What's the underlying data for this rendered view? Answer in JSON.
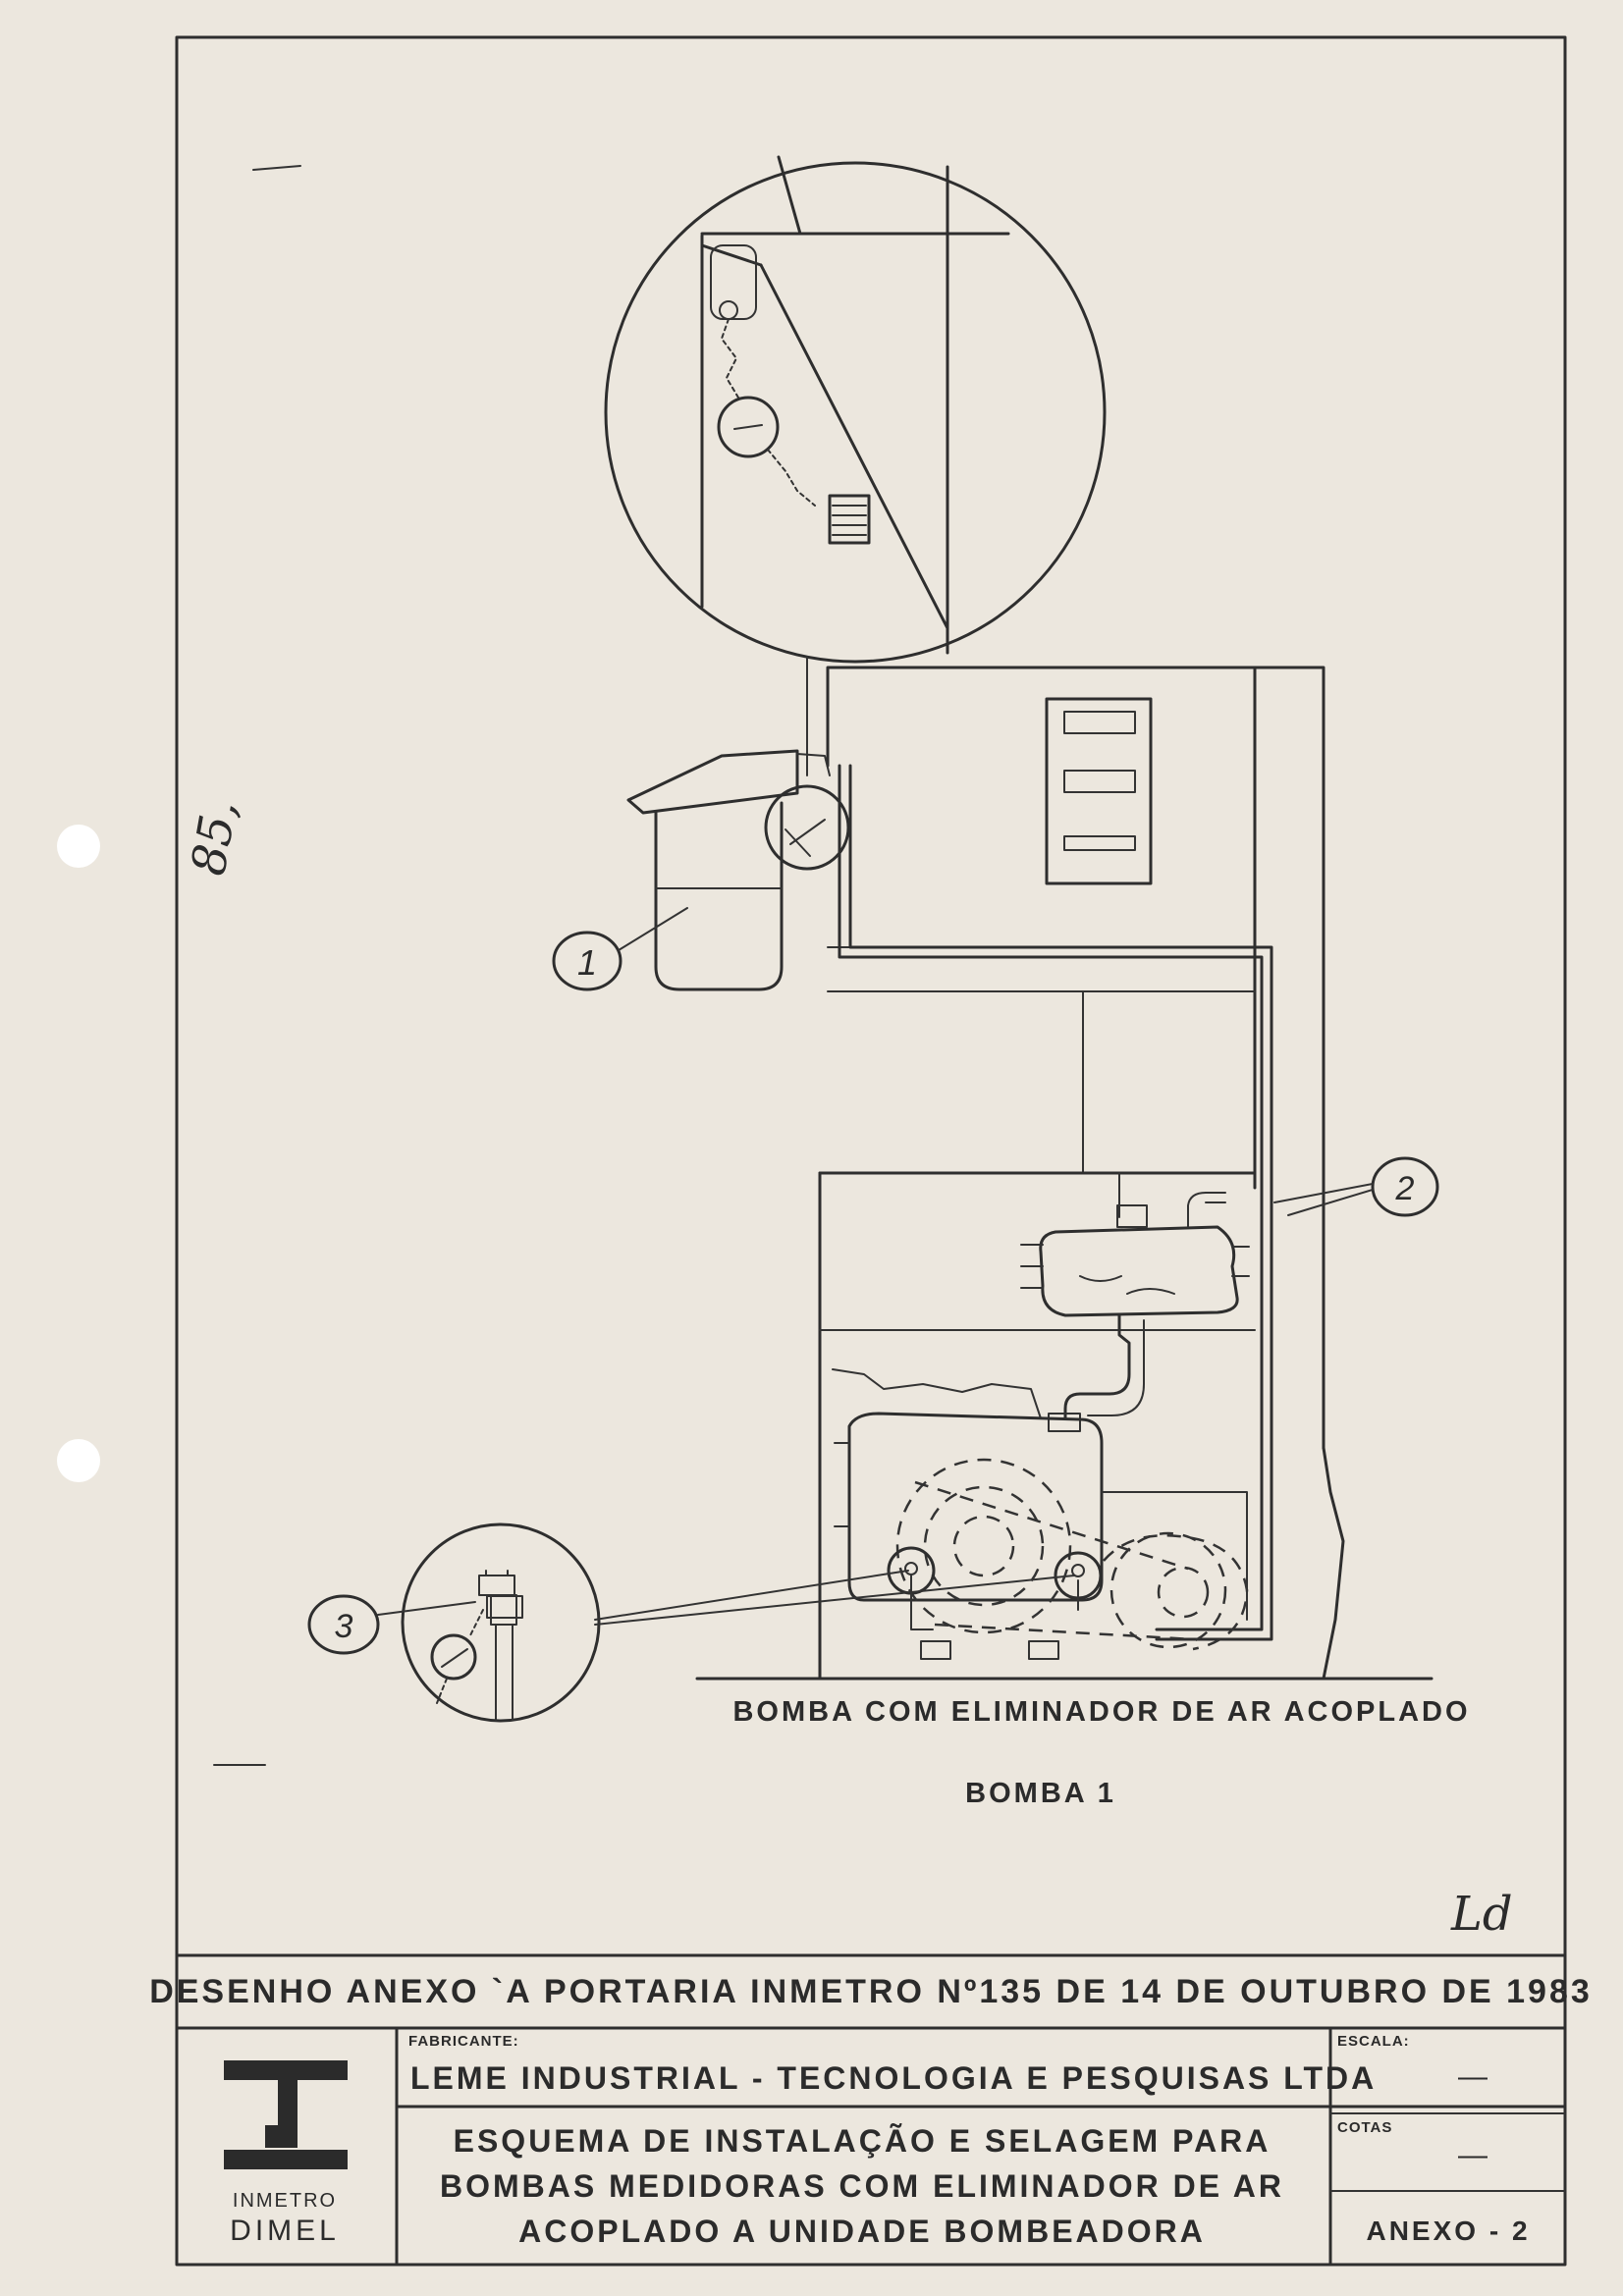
{
  "drawing": {
    "caption": "BOMBA COM ELIMINADOR DE AR ACOPLADO",
    "subcaption": "BOMBA 1",
    "callouts": [
      "1",
      "2",
      "3"
    ],
    "handwritten": {
      "left_note": "85,",
      "signature": "Ld"
    }
  },
  "title_block": {
    "header": "DESENHO ANEXO `A PORTARIA INMETRO Nº135 DE 14 DE OUTUBRO DE 1983",
    "manufacturer_label": "FABRICANTE:",
    "manufacturer": "LEME INDUSTRIAL - TECNOLOGIA E PESQUISAS LTDA",
    "title_lines": [
      "ESQUEMA DE INSTALAÇÃO E SELAGEM PARA",
      "BOMBAS MEDIDORAS COM ELIMINADOR DE AR",
      "ACOPLADO A UNIDADE BOMBEADORA"
    ],
    "scale_label": "ESCALA:",
    "scale_value": "—",
    "dims_label": "COTAS",
    "dims_value": "—",
    "sheet_id": "ANEXO - 2",
    "logo_text_1": "INMETRO",
    "logo_text_2": "DIMEL"
  }
}
